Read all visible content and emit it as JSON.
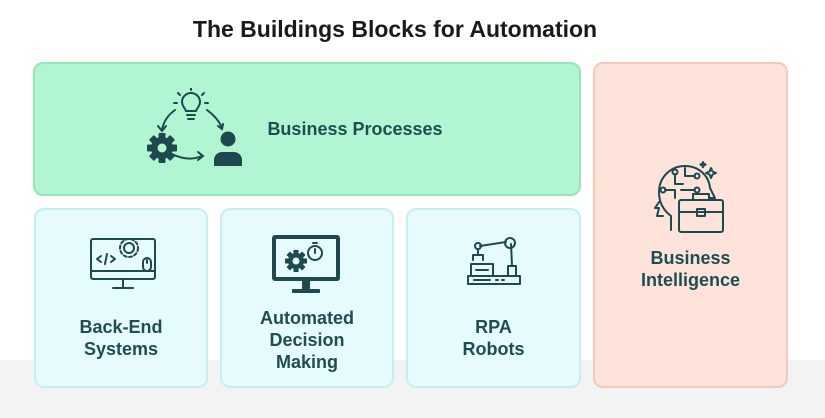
{
  "title": "The Buildings Blocks for Automation",
  "colors": {
    "green_card": "#b2f5d2",
    "blue_card": "#e6fbfd",
    "peach_card": "#fde3da",
    "label_text": "#1f4d52",
    "icon": "#1e4a4f"
  },
  "blocks": [
    {
      "label": "Business Processes",
      "icon": "process-cycle-icon"
    },
    {
      "label": "Back-End\nSystems",
      "icon": "monitor-code-gear-icon"
    },
    {
      "label": "Automated\nDecision\nMaking",
      "icon": "monitor-gear-stopwatch-icon"
    },
    {
      "label": "RPA\nRobots",
      "icon": "robotic-arm-icon"
    },
    {
      "label": "Business\nIntelligence",
      "icon": "head-briefcase-icon"
    }
  ]
}
